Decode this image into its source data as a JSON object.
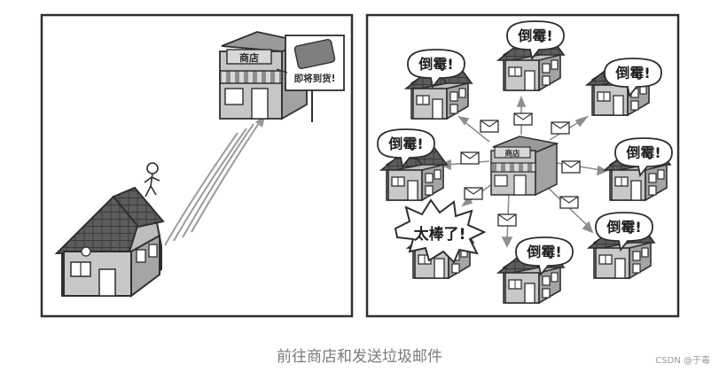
{
  "left_panel": {
    "store_label": "商店",
    "sign_text": "即将到货!"
  },
  "right_panel": {
    "store_label": "商店",
    "unlucky_text": "倒霉!",
    "happy_text": "太棒了!"
  },
  "caption": "前往商店和发送垃圾邮件",
  "watermark": "CSDN @于毒"
}
